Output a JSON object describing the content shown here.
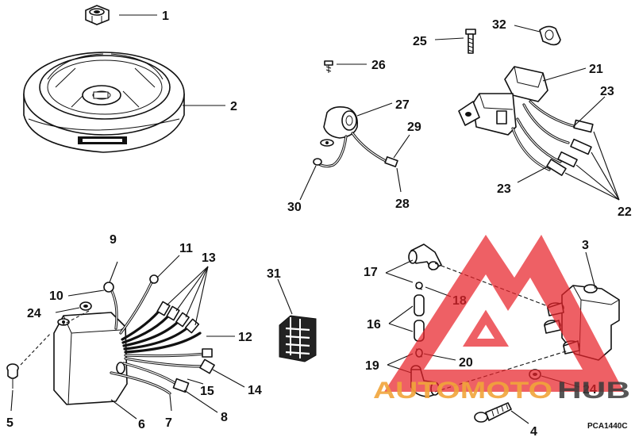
{
  "diagram_code": "PCA1440C",
  "callouts": {
    "c1": "1",
    "c2": "2",
    "c3": "3",
    "c4": "4",
    "c5": "5",
    "c6": "6",
    "c7": "7",
    "c8": "8",
    "c9": "9",
    "c10": "10",
    "c11": "11",
    "c12": "12",
    "c13": "13",
    "c14": "14",
    "c15": "15",
    "c16": "16",
    "c17": "17",
    "c18": "18",
    "c19": "19",
    "c20": "20",
    "c21": "21",
    "c22": "22",
    "c23a": "23",
    "c23b": "23",
    "c24a": "24",
    "c24b": "24",
    "c25": "25",
    "c26": "26",
    "c27": "27",
    "c28": "28",
    "c29": "29",
    "c30": "30",
    "c31": "31",
    "c32": "32"
  },
  "watermark": {
    "text_a": "AUTOMOTO",
    "text_b": "HUB",
    "color_accent": "#e8232a",
    "color_dark": "#3a3a3a"
  }
}
